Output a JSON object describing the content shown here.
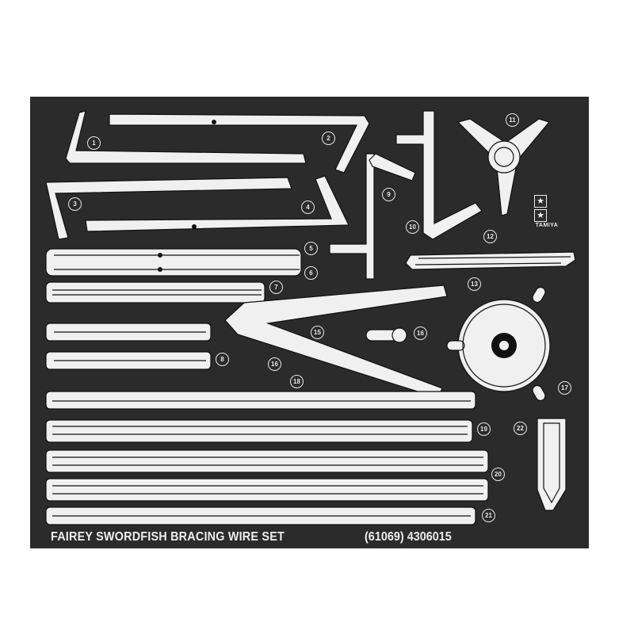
{
  "sheet": {
    "title": "FAIREY SWORDFISH BRACING WIRE SET",
    "product_code": "(61069) 4306015",
    "background_color": "#2b2b2b",
    "part_color": "#f0f0f0"
  },
  "brand": {
    "name": "TAMIYA",
    "logo_icon": "twin-star-icon",
    "stars": [
      "★",
      "★"
    ]
  },
  "part_numbers": [
    {
      "id": "1",
      "label": "1"
    },
    {
      "id": "2",
      "label": "2"
    },
    {
      "id": "3",
      "label": "3"
    },
    {
      "id": "4",
      "label": "4"
    },
    {
      "id": "5",
      "label": "5"
    },
    {
      "id": "6",
      "label": "6"
    },
    {
      "id": "7",
      "label": "7"
    },
    {
      "id": "8",
      "label": "8"
    },
    {
      "id": "9",
      "label": "9"
    },
    {
      "id": "10",
      "label": "10"
    },
    {
      "id": "11",
      "label": "11"
    },
    {
      "id": "12",
      "label": "12"
    },
    {
      "id": "13",
      "label": "13"
    },
    {
      "id": "15",
      "label": "15"
    },
    {
      "id": "16a",
      "label": "16"
    },
    {
      "id": "16b",
      "label": "16"
    },
    {
      "id": "17",
      "label": "17"
    },
    {
      "id": "18",
      "label": "18"
    },
    {
      "id": "19",
      "label": "19"
    },
    {
      "id": "20",
      "label": "20"
    },
    {
      "id": "21",
      "label": "21"
    },
    {
      "id": "22",
      "label": "22"
    }
  ]
}
